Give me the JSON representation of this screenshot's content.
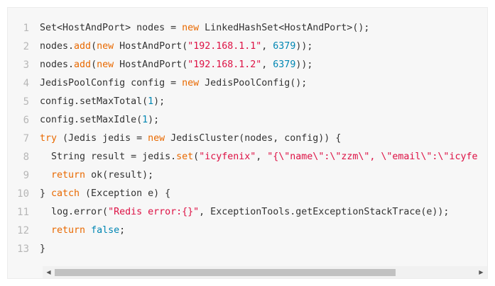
{
  "code": {
    "language": "java",
    "line_numbers": [
      "1",
      "2",
      "3",
      "4",
      "5",
      "6",
      "7",
      "8",
      "9",
      "10",
      "11",
      "12",
      "13"
    ],
    "lines": [
      [
        {
          "t": "plain",
          "v": "Set<HostAndPort> nodes = "
        },
        {
          "t": "kw",
          "v": "new"
        },
        {
          "t": "plain",
          "v": " LinkedHashSet<HostAndPort>();"
        }
      ],
      [
        {
          "t": "plain",
          "v": "nodes."
        },
        {
          "t": "kw",
          "v": "add"
        },
        {
          "t": "plain",
          "v": "("
        },
        {
          "t": "kw",
          "v": "new"
        },
        {
          "t": "plain",
          "v": " HostAndPort("
        },
        {
          "t": "str",
          "v": "\"192.168.1.1\""
        },
        {
          "t": "plain",
          "v": ", "
        },
        {
          "t": "num",
          "v": "6379"
        },
        {
          "t": "plain",
          "v": "));"
        }
      ],
      [
        {
          "t": "plain",
          "v": "nodes."
        },
        {
          "t": "kw",
          "v": "add"
        },
        {
          "t": "plain",
          "v": "("
        },
        {
          "t": "kw",
          "v": "new"
        },
        {
          "t": "plain",
          "v": " HostAndPort("
        },
        {
          "t": "str",
          "v": "\"192.168.1.2\""
        },
        {
          "t": "plain",
          "v": ", "
        },
        {
          "t": "num",
          "v": "6379"
        },
        {
          "t": "plain",
          "v": "));"
        }
      ],
      [
        {
          "t": "plain",
          "v": "JedisPoolConfig config = "
        },
        {
          "t": "kw",
          "v": "new"
        },
        {
          "t": "plain",
          "v": " JedisPoolConfig();"
        }
      ],
      [
        {
          "t": "plain",
          "v": "config.setMaxTotal("
        },
        {
          "t": "num",
          "v": "1"
        },
        {
          "t": "plain",
          "v": ");"
        }
      ],
      [
        {
          "t": "plain",
          "v": "config.setMaxIdle("
        },
        {
          "t": "num",
          "v": "1"
        },
        {
          "t": "plain",
          "v": ");"
        }
      ],
      [
        {
          "t": "kw",
          "v": "try"
        },
        {
          "t": "plain",
          "v": " (Jedis jedis = "
        },
        {
          "t": "kw",
          "v": "new"
        },
        {
          "t": "plain",
          "v": " JedisCluster(nodes, config)) {"
        }
      ],
      [
        {
          "t": "plain",
          "v": "  String result = jedis."
        },
        {
          "t": "kw",
          "v": "set"
        },
        {
          "t": "plain",
          "v": "("
        },
        {
          "t": "str",
          "v": "\"icyfenix\""
        },
        {
          "t": "plain",
          "v": ", "
        },
        {
          "t": "str",
          "v": "\"{\\\"name\\\":\\\"zzm\\\", \\\"email\\\":\\\"icyfe"
        }
      ],
      [
        {
          "t": "plain",
          "v": "  "
        },
        {
          "t": "kw",
          "v": "return"
        },
        {
          "t": "plain",
          "v": " ok(result);"
        }
      ],
      [
        {
          "t": "plain",
          "v": "} "
        },
        {
          "t": "kw",
          "v": "catch"
        },
        {
          "t": "plain",
          "v": " (Exception e) {"
        }
      ],
      [
        {
          "t": "plain",
          "v": "  log.error("
        },
        {
          "t": "str",
          "v": "\"Redis error:{}\""
        },
        {
          "t": "plain",
          "v": ", ExceptionTools.getExceptionStackTrace(e));"
        }
      ],
      [
        {
          "t": "plain",
          "v": "  "
        },
        {
          "t": "kw",
          "v": "return"
        },
        {
          "t": "plain",
          "v": " "
        },
        {
          "t": "num",
          "v": "false"
        },
        {
          "t": "plain",
          "v": ";"
        }
      ],
      [
        {
          "t": "plain",
          "v": "}"
        }
      ]
    ]
  },
  "scrollbar": {
    "left_arrow_icon": "triangle-left-icon",
    "right_arrow_icon": "triangle-right-icon",
    "left_arrow_glyph": "◀",
    "right_arrow_glyph": "▶"
  },
  "colors": {
    "keyword": "#e96900",
    "string": "#dd1144",
    "number": "#0086b3",
    "text": "#333333",
    "line_number": "#b7b7b7",
    "background": "#f7f7f7"
  }
}
